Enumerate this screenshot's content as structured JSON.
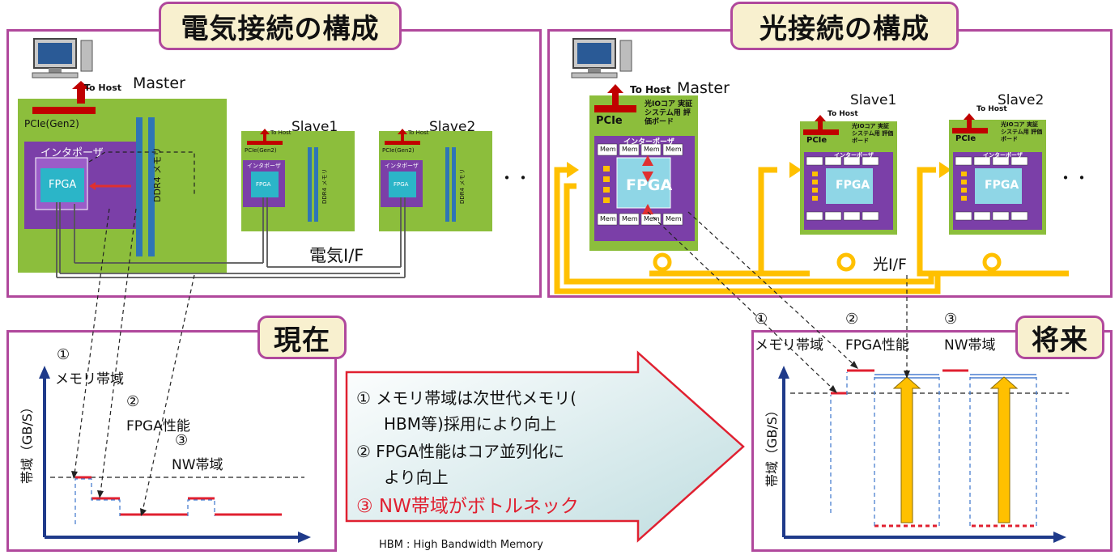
{
  "tags": {
    "electrical": "電気接続の構成",
    "optical": "光接続の構成",
    "current": "現在",
    "future": "将来"
  },
  "electrical": {
    "to_host": "To Host",
    "master": "Master",
    "pcie": "PCIe(Gen2)",
    "interposer": "インタポーザ",
    "fpga": "FPGA",
    "ddr4": "DDR4 メモリ",
    "slave1": "Slave1",
    "slave2": "Slave2",
    "ellipsis": "・・",
    "if_label": "電気I/F"
  },
  "optical": {
    "to_host": "To Host",
    "master": "Master",
    "pcie": "PCIe",
    "board_label": "光IOコア 実証システム用 評価ボード",
    "interposer": "インターポーザ",
    "fpga": "FPGA",
    "mem": "Mem",
    "slave1": "Slave1",
    "slave2": "Slave2",
    "ellipsis": "・・",
    "if_label": "光I/F"
  },
  "current_chart": {
    "ylabel": "帯域（GB/S）",
    "labels": [
      {
        "num": "①",
        "text": "メモリ帯域"
      },
      {
        "num": "②",
        "text": "FPGA性能"
      },
      {
        "num": "③",
        "text": "NW帯域"
      }
    ]
  },
  "future_chart": {
    "ylabel": "帯域（GB/S）",
    "labels": [
      {
        "num": "①",
        "text": "メモリ帯域"
      },
      {
        "num": "②",
        "text": "FPGA性能"
      },
      {
        "num": "③",
        "text": "NW帯域"
      }
    ]
  },
  "callout": {
    "line1": "① メモリ帯域は次世代メモリ(",
    "line2": "HBM等)採用により向上",
    "line3": "② FPGA性能はコア並列化に",
    "line4": "より向上",
    "line5": "③ NW帯域がボトルネック"
  },
  "footnote": "HBM : High Bandwidth Memory",
  "colors": {
    "frame": "#b0489c",
    "tag_bg": "#f8f0cf",
    "board_green": "#8cbe3c",
    "interposer_purple": "#7030a0",
    "fpga_teal": "#2bb5c8",
    "ddr_blue": "#2e75b6",
    "pcie_red": "#c00000",
    "optical_orange": "#ffc000",
    "accent_red": "#e83030"
  }
}
